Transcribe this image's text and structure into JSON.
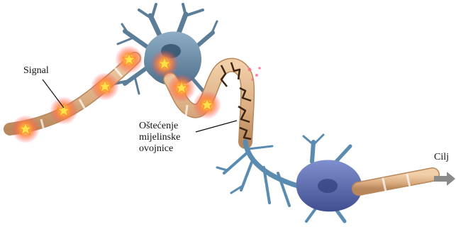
{
  "labels": {
    "signal": "Signal",
    "damage_line1": "Oštećenje",
    "damage_line2": "mijelinske",
    "damage_line3": "ovojnice",
    "target": "Cilj"
  },
  "colors": {
    "neuron_body_top": "#5e7f9a",
    "neuron_body_bottom": "#4a5f9b",
    "myelin": "#d9b08a",
    "myelin_damaged": "#c99a6b",
    "damage_crack": "#3b2414",
    "signal_glow": "#ff5a3a",
    "signal_core": "#ffe14a",
    "arrow": "#8a8a8a"
  },
  "icons": {
    "signal_pulse": "signal-star-icon",
    "target_arrow": "arrow-right-icon"
  }
}
